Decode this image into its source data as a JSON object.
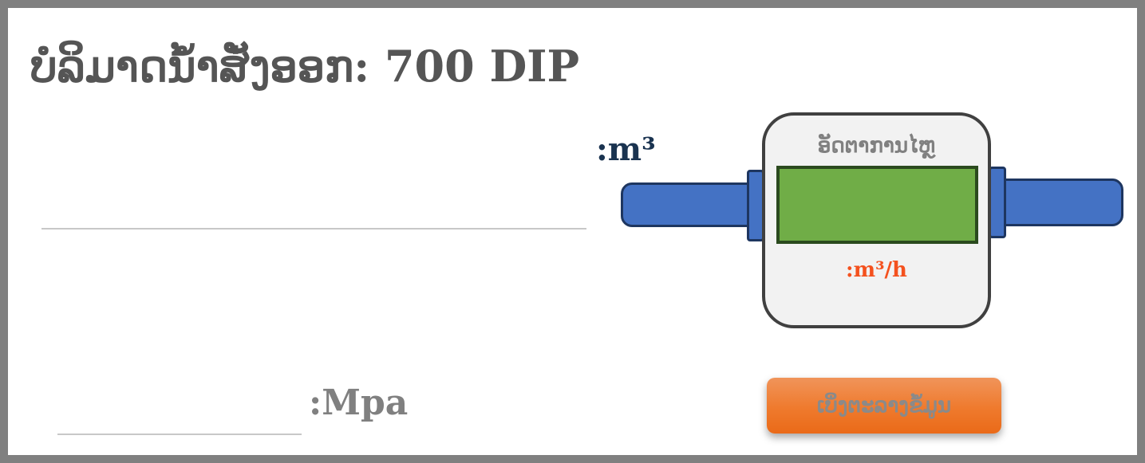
{
  "header": {
    "title": "ບໍລິມາດນ້ຳສັ່ງອອກ: 700 DIP"
  },
  "volume": {
    "value": "",
    "unit": ":m³"
  },
  "pressure": {
    "value": "",
    "unit": ":Mpa"
  },
  "flow_meter": {
    "label": "ອັດຕາການໄຫຼ",
    "reading": "",
    "unit": ":m³/h"
  },
  "actions": {
    "history_label": "ເບິ່ງຕະລາງຂໍ້ມູນ"
  },
  "colors": {
    "pipe": "#4472c4",
    "display": "#70ad47",
    "accent": "#ef7a2d",
    "flow_unit": "#f4511e"
  }
}
